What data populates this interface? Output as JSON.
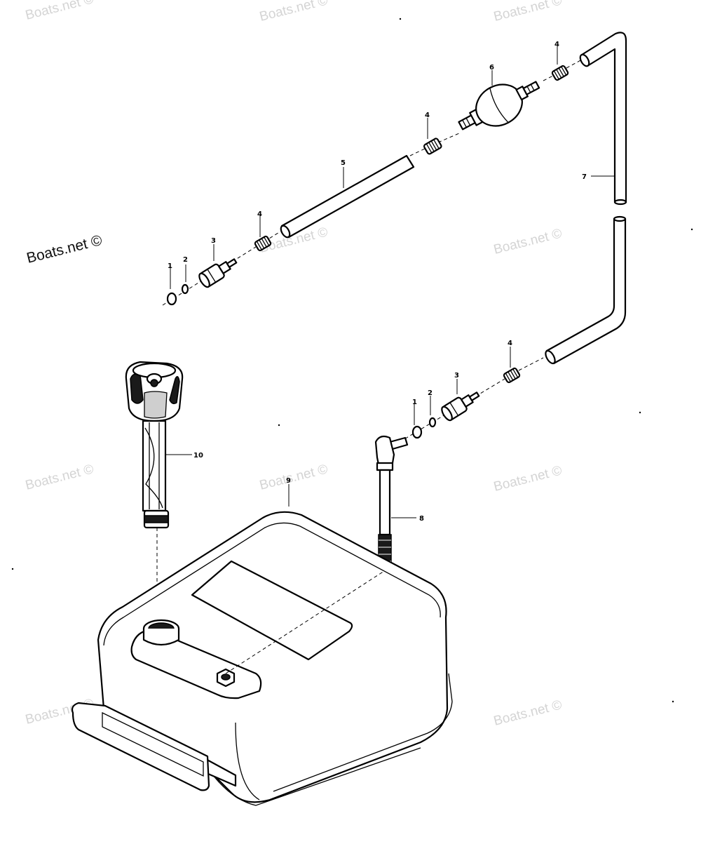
{
  "watermark": {
    "text": "Boats.net ©"
  },
  "callouts": {
    "c1a": "1",
    "c2a": "2",
    "c3a": "3",
    "c4a": "4",
    "c5": "5",
    "c4b": "4",
    "c6": "6",
    "c4c": "4",
    "c7": "7",
    "c4d": "4",
    "c3b": "3",
    "c2b": "2",
    "c1b": "1",
    "c10": "10",
    "c9": "9",
    "c8": "8"
  },
  "colors": {
    "line": "#000000",
    "watermark": "#d4d4d4",
    "background": "#ffffff"
  }
}
